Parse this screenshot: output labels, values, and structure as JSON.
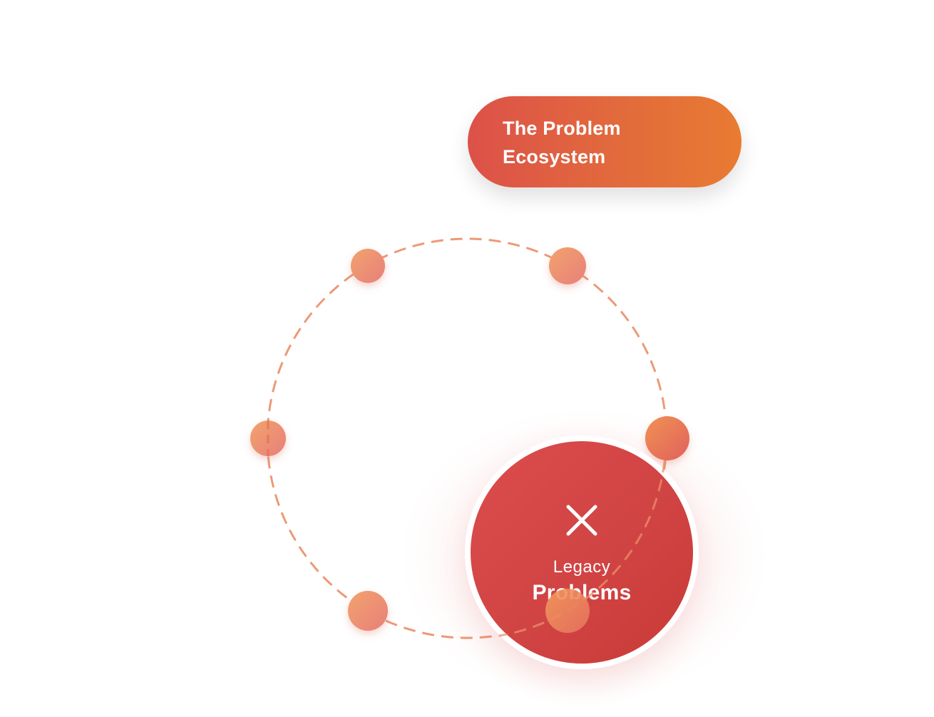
{
  "title": {
    "line1": "The Problem",
    "line2": "Ecosystem"
  },
  "center": {
    "icon": "close-icon",
    "subtitle": "Legacy",
    "title": "Problems"
  },
  "colors": {
    "pill_start": "#dd5149",
    "pill_end": "#e87b32",
    "ring_dash": "#ec9a76",
    "node_start": "#ef9a6c",
    "node_end": "#e97f7a",
    "center_fill": "#d24545"
  },
  "orbit": {
    "node_count": 6
  }
}
